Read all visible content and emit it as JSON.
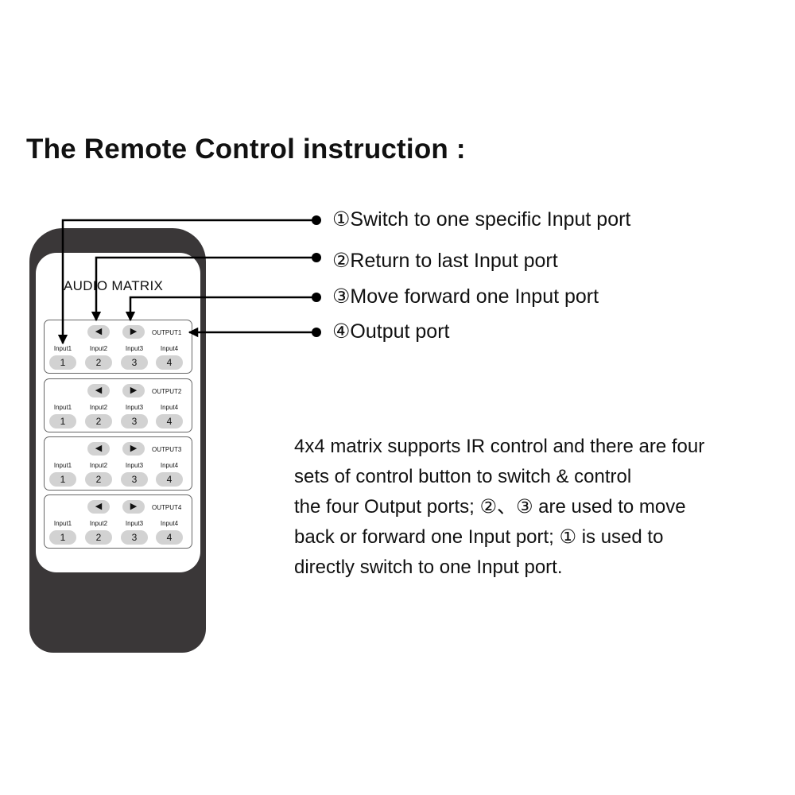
{
  "title": "The Remote Control instruction :",
  "remote": {
    "brand": "AUDIO  MATRIX",
    "groups": [
      {
        "output_label": "OUTPUT1",
        "input_labels": [
          "Input1",
          "Input2",
          "Input3",
          "Input4"
        ],
        "buttons": [
          "1",
          "2",
          "3",
          "4"
        ],
        "prev_arrow": "◀",
        "next_arrow": "▶"
      },
      {
        "output_label": "OUTPUT2",
        "input_labels": [
          "Input1",
          "Input2",
          "Input3",
          "Input4"
        ],
        "buttons": [
          "1",
          "2",
          "3",
          "4"
        ],
        "prev_arrow": "◀",
        "next_arrow": "▶"
      },
      {
        "output_label": "OUTPUT3",
        "input_labels": [
          "Input1",
          "Input2",
          "Input3",
          "Input4"
        ],
        "buttons": [
          "1",
          "2",
          "3",
          "4"
        ],
        "prev_arrow": "◀",
        "next_arrow": "▶"
      },
      {
        "output_label": "OUTPUT4",
        "input_labels": [
          "Input1",
          "Input2",
          "Input3",
          "Input4"
        ],
        "buttons": [
          "1",
          "2",
          "3",
          "4"
        ],
        "prev_arrow": "◀",
        "next_arrow": "▶"
      }
    ]
  },
  "callouts": [
    "①Switch to one specific Input port",
    "②Return to last Input port",
    "③Move forward one Input port",
    "④Output port"
  ],
  "description": [
    "4x4 matrix supports IR control and there are four",
    "sets of control button to switch & control",
    "the four Output ports; ②、③ are used to move",
    "back or forward one Input port; ① is used to",
    "directly switch to one Input port."
  ],
  "colors": {
    "remote_body": "#3a3738",
    "button_fill": "#d2d2d2",
    "line": "#000000"
  }
}
